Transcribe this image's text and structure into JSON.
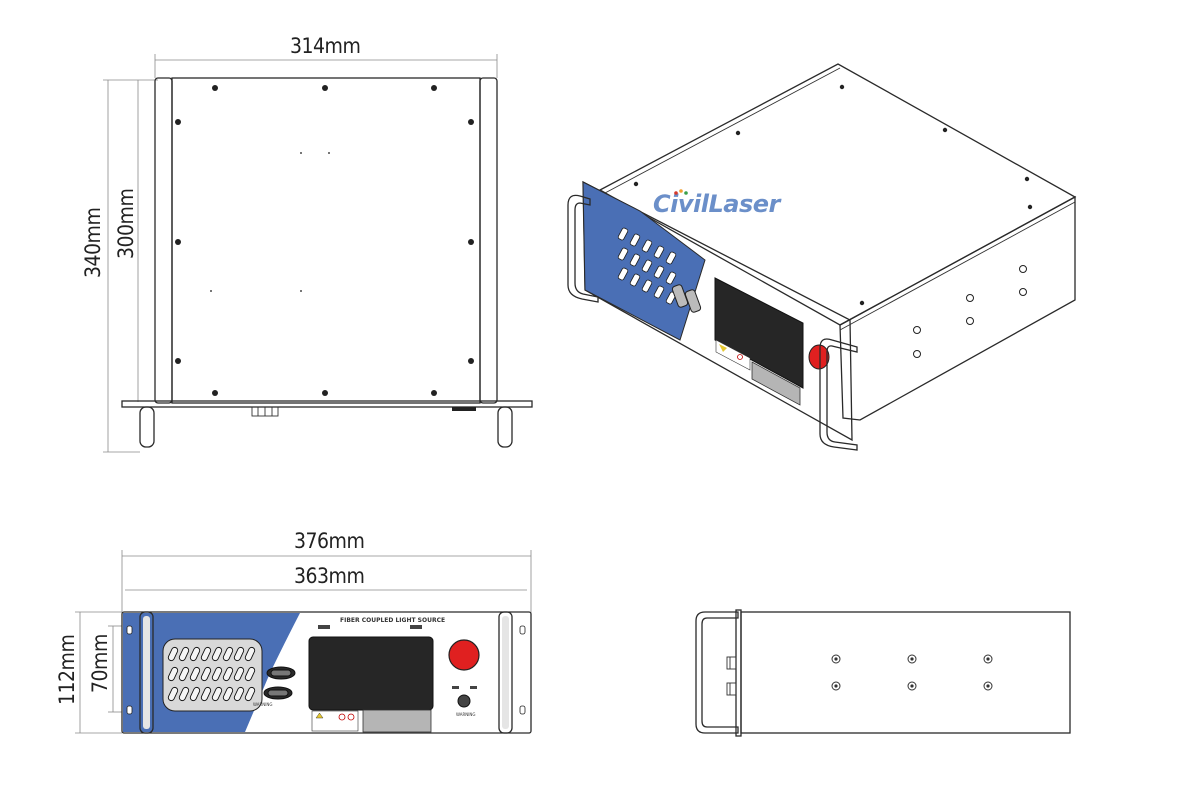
{
  "dimensions": {
    "top_width": "314mm",
    "top_depth_outer": "340mm",
    "top_depth_inner": "300mm",
    "front_width_outer": "376mm",
    "front_width_inner": "363mm",
    "front_height_outer": "112mm",
    "front_height_inner": "70mm"
  },
  "brand": {
    "prefix": "C",
    "name": "ivilLaser"
  },
  "front_panel": {
    "title": "FIBER COUPLED LIGHT SOURCE",
    "warning_left": "WARNING",
    "warning_right": "WARNING"
  },
  "colors": {
    "panel_blue": "#4a6fb5",
    "panel_gray": "#d5d9d2",
    "screen": "#262626",
    "stop_button": "#e02020",
    "brand_blue": "#6b8fc9",
    "brand_red": "#d63a2a"
  }
}
